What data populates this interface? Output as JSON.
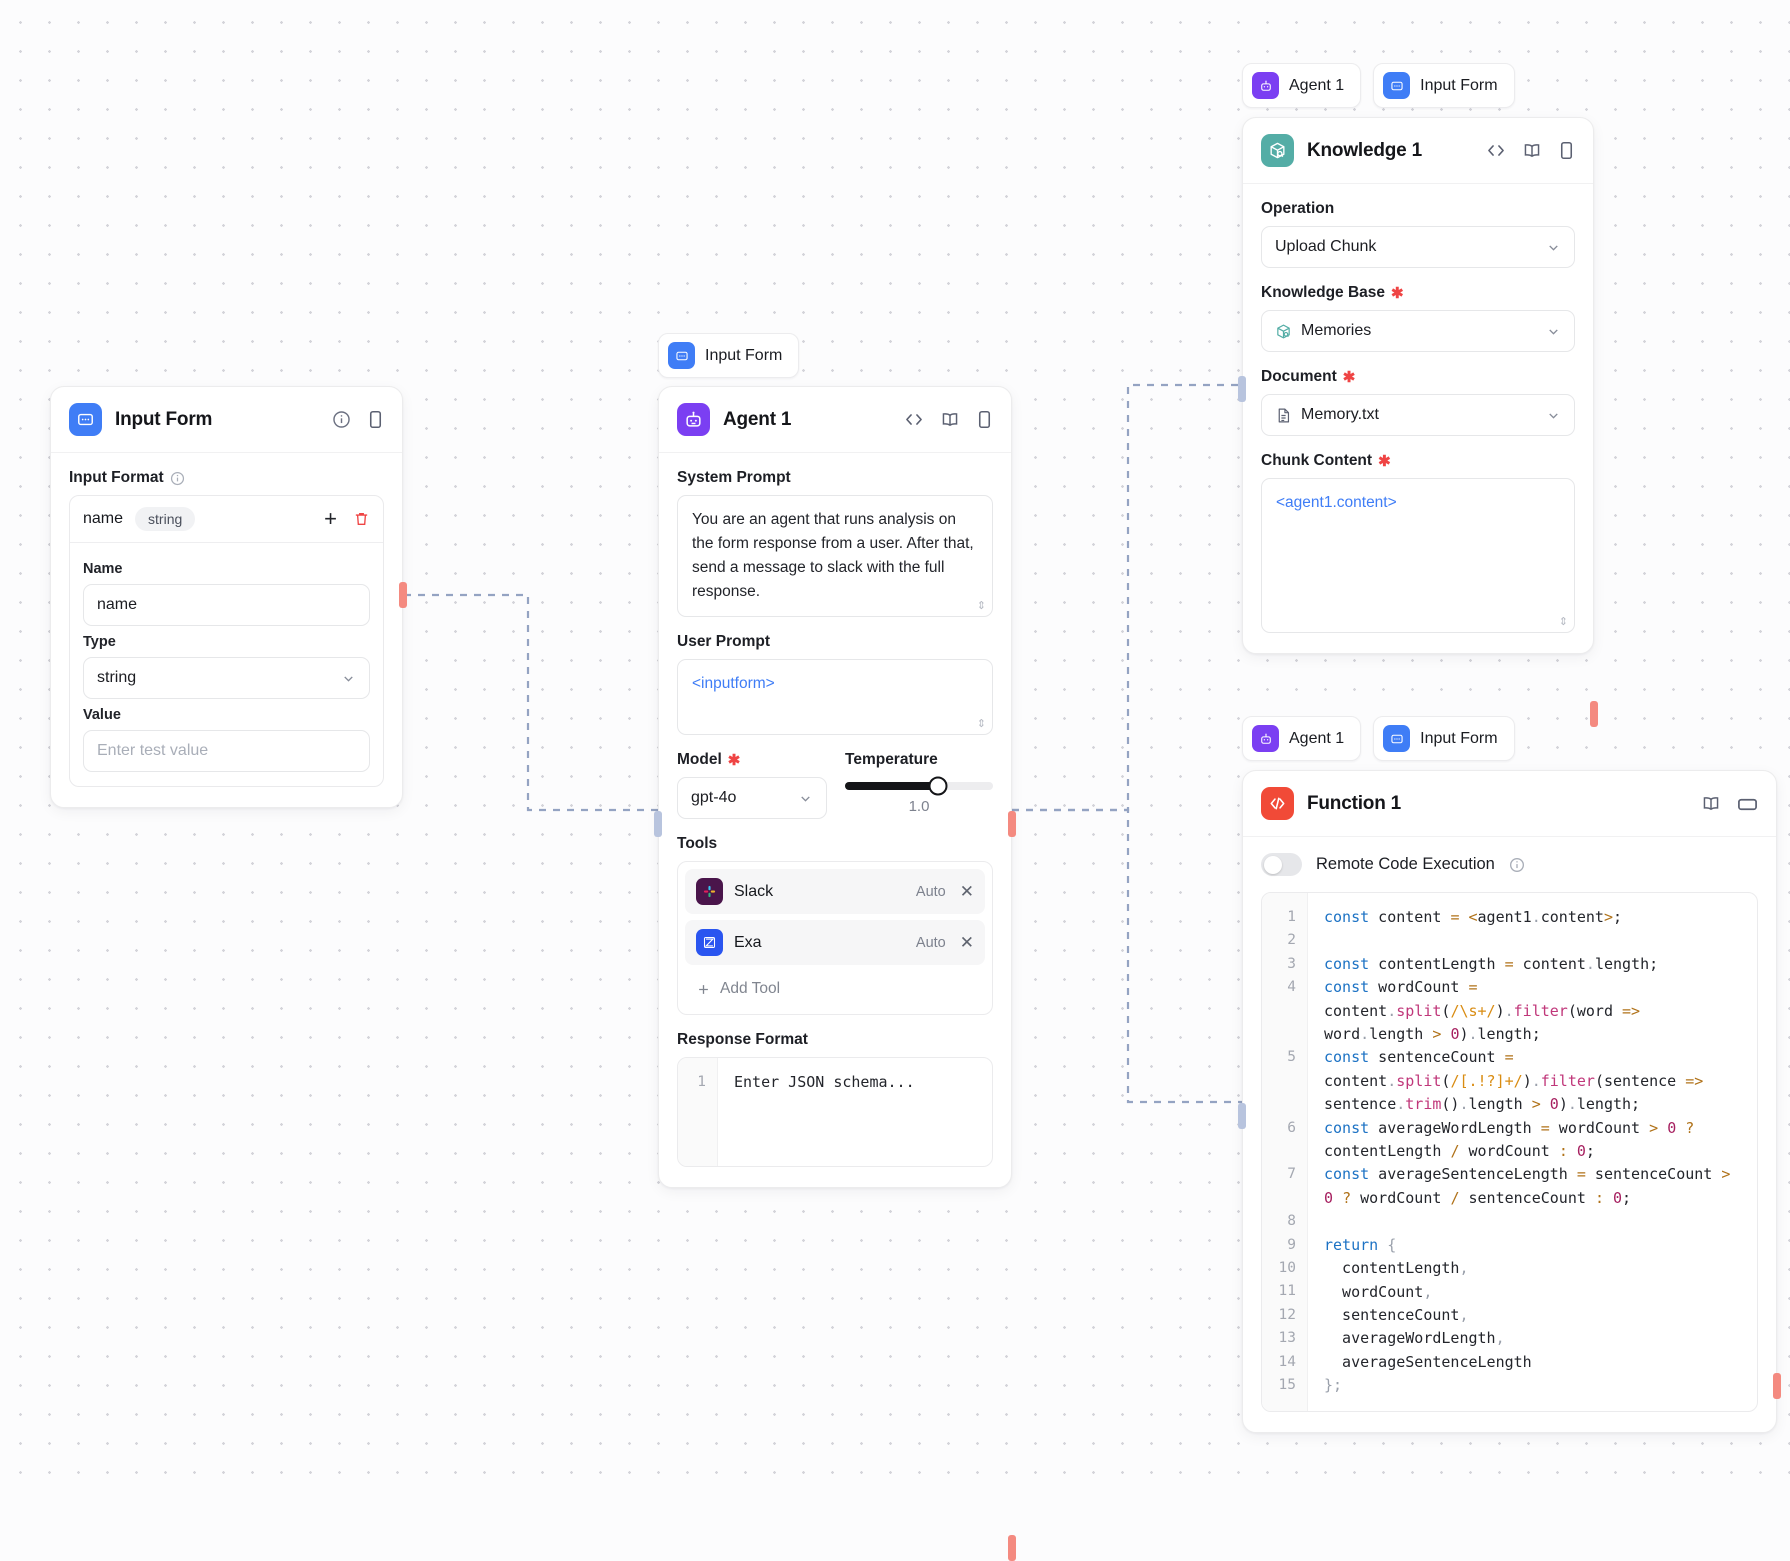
{
  "canvas": {
    "background": "#fcfcfd",
    "dot_color": "#d4d4da"
  },
  "colors": {
    "input_form": "#3f7df6",
    "agent": "#7b3ff2",
    "knowledge": "#54ada6",
    "function": "#f14a37",
    "required_star": "#ef4444",
    "variable_text": "#3f7df6",
    "port_in": "#b8c4de",
    "port_out": "#f48a80"
  },
  "nodes": {
    "input_form": {
      "title": "Input Form",
      "icon": "form-icon",
      "header_icons": [
        "info-icon",
        "panel-icon"
      ],
      "input_format_label": "Input Format",
      "entry": {
        "name": "name",
        "type_chip": "string",
        "add_label": "+",
        "delete_label": "delete-icon"
      },
      "fields": {
        "name_label": "Name",
        "name_value": "name",
        "type_label": "Type",
        "type_value": "string",
        "value_label": "Value",
        "value_placeholder": "Enter test value"
      }
    },
    "agent": {
      "badge": {
        "label": "Input Form",
        "icon": "form-icon"
      },
      "title": "Agent 1",
      "icon": "robot-icon",
      "header_icons": [
        "code-icon",
        "book-icon",
        "panel-icon"
      ],
      "system_prompt_label": "System Prompt",
      "system_prompt_value": "You are an agent that runs analysis on the form response from a user. After that, send a message to slack with the full response.",
      "user_prompt_label": "User Prompt",
      "user_prompt_value": "<inputform>",
      "model_label": "Model",
      "model_value": "gpt-4o",
      "temperature_label": "Temperature",
      "temperature_value": "1.0",
      "temperature_percent": 63,
      "tools_label": "Tools",
      "tools": [
        {
          "name": "Slack",
          "mode": "Auto",
          "icon": "slack-icon"
        },
        {
          "name": "Exa",
          "mode": "Auto",
          "icon": "exa-icon"
        }
      ],
      "add_tool_label": "Add Tool",
      "response_format_label": "Response Format",
      "response_format_placeholder": "Enter JSON schema...",
      "response_format_line_number": "1"
    },
    "knowledge": {
      "badges": [
        {
          "label": "Agent 1",
          "icon": "robot-icon"
        },
        {
          "label": "Input Form",
          "icon": "form-icon"
        }
      ],
      "title": "Knowledge 1",
      "icon": "knowledge-icon",
      "header_icons": [
        "code-icon",
        "book-icon",
        "panel-icon"
      ],
      "operation_label": "Operation",
      "operation_value": "Upload Chunk",
      "knowledge_base_label": "Knowledge Base",
      "knowledge_base_value": "Memories",
      "document_label": "Document",
      "document_value": "Memory.txt",
      "chunk_content_label": "Chunk Content",
      "chunk_content_value": "<agent1.content>"
    },
    "function": {
      "badges": [
        {
          "label": "Agent 1",
          "icon": "robot-icon"
        },
        {
          "label": "Input Form",
          "icon": "form-icon"
        }
      ],
      "title": "Function 1",
      "icon": "code-brackets-icon",
      "header_icons": [
        "book-icon",
        "window-icon"
      ],
      "remote_execution_label": "Remote Code Execution",
      "remote_execution_enabled": false,
      "code_lines": [
        {
          "n": "1",
          "text": "const content = <agent1.content>;"
        },
        {
          "n": "2",
          "text": ""
        },
        {
          "n": "3",
          "text": "const contentLength = content.length;"
        },
        {
          "n": "4",
          "text": "const wordCount = content.split(/\\s+/).filter(word => word.length > 0).length;"
        },
        {
          "n": "5",
          "text": "const sentenceCount = content.split(/[.!?]+/).filter(sentence => sentence.trim().length > 0).length;"
        },
        {
          "n": "6",
          "text": "const averageWordLength = wordCount > 0 ? contentLength / wordCount : 0;"
        },
        {
          "n": "7",
          "text": "const averageSentenceLength = sentenceCount > 0 ? wordCount / sentenceCount : 0;"
        },
        {
          "n": "8",
          "text": ""
        },
        {
          "n": "9",
          "text": "return {"
        },
        {
          "n": "10",
          "text": "  contentLength,"
        },
        {
          "n": "11",
          "text": "  wordCount,"
        },
        {
          "n": "12",
          "text": "  sentenceCount,"
        },
        {
          "n": "13",
          "text": "  averageWordLength,"
        },
        {
          "n": "14",
          "text": "  averageSentenceLength"
        },
        {
          "n": "15",
          "text": "};"
        }
      ]
    }
  }
}
